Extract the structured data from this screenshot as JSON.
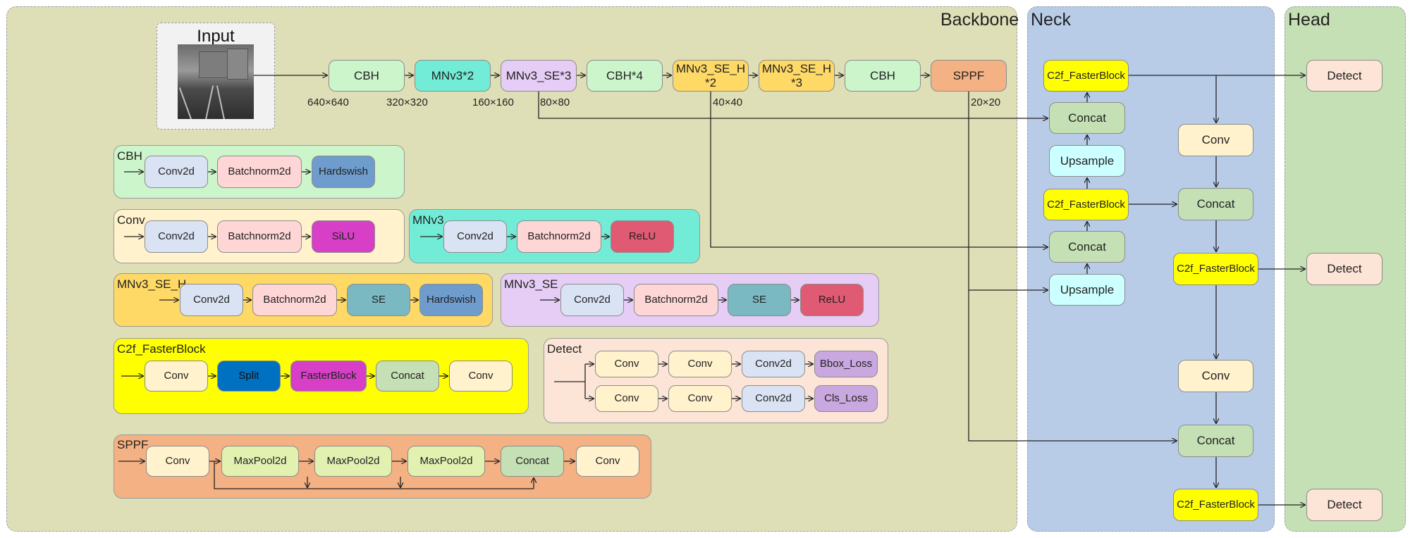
{
  "sections": {
    "backbone": "Backbone",
    "neck": "Neck",
    "head": "Head"
  },
  "input": {
    "label": "Input"
  },
  "backbone_chain": [
    "CBH",
    "MNv3*2",
    "MNv3_SE*3",
    "CBH*4",
    "MNv3_SE_H\n*2",
    "MNv3_SE_H\n*3",
    "CBH",
    "SPPF"
  ],
  "resolutions": [
    "640×640",
    "320×320",
    "160×160",
    "80×80",
    "40×40",
    "20×20"
  ],
  "modules": {
    "cbh": {
      "title": "CBH",
      "items": [
        "Conv2d",
        "Batchnorm2d",
        "Hardswish"
      ]
    },
    "conv": {
      "title": "Conv",
      "items": [
        "Conv2d",
        "Batchnorm2d",
        "SiLU"
      ]
    },
    "mnv3": {
      "title": "MNv3",
      "items": [
        "Conv2d",
        "Batchnorm2d",
        "ReLU"
      ]
    },
    "mnv3_se_h": {
      "title": "MNv3_SE_H",
      "items": [
        "Conv2d",
        "Batchnorm2d",
        "SE",
        "Hardswish"
      ]
    },
    "mnv3_se": {
      "title": "MNv3_SE",
      "items": [
        "Conv2d",
        "Batchnorm2d",
        "SE",
        "ReLU"
      ]
    },
    "c2f": {
      "title": "C2f_FasterBlock",
      "items": [
        "Conv",
        "Split",
        "FasterBlock",
        "Concat",
        "Conv"
      ]
    },
    "detect": {
      "title": "Detect",
      "row1": [
        "Conv",
        "Conv",
        "Conv2d",
        "Bbox_Loss"
      ],
      "row2": [
        "Conv",
        "Conv",
        "Conv2d",
        "Cls_Loss"
      ]
    },
    "sppf": {
      "title": "SPPF",
      "items": [
        "Conv",
        "MaxPool2d",
        "MaxPool2d",
        "MaxPool2d",
        "Concat",
        "Conv"
      ]
    }
  },
  "neck": {
    "left": [
      "C2f_FasterBlock",
      "Concat",
      "Upsample",
      "C2f_FasterBlock",
      "Concat",
      "Upsample"
    ],
    "right": [
      "Conv",
      "Concat",
      "C2f_FasterBlock",
      "Conv",
      "Concat",
      "C2f_FasterBlock"
    ]
  },
  "head": [
    "Detect",
    "Detect",
    "Detect"
  ],
  "colors": {
    "backbone_bg": "#dfdfb7",
    "neck_bg": "#b8cce8",
    "head_bg": "#c5e0b4",
    "cbh": "#ccf5cc",
    "mnv3": "#72ecd6",
    "mnv3_se": "#e5cdf5",
    "mnv3_se_h": "#ffd966",
    "sppf": "#f4b183",
    "c2f": "#ffff00",
    "conv": "#fff2cc",
    "concat": "#c5e0b4",
    "upsample": "#ccffff",
    "detect": "#fce4d6",
    "conv2d": "#dae3f3",
    "batchnorm": "#ffd6d6"
  }
}
